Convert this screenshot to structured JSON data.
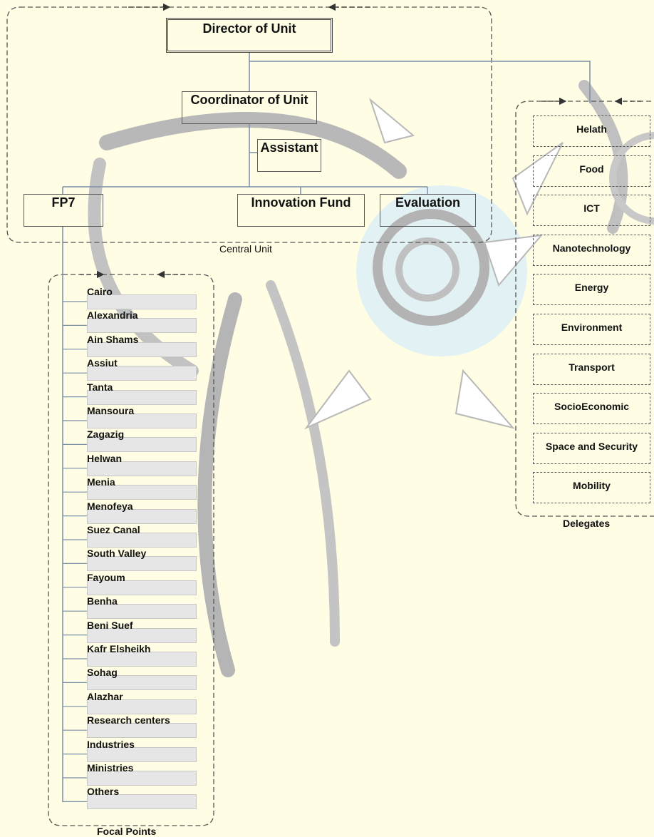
{
  "colors": {
    "background": "#fffde4",
    "box_border": "#5a5a5a",
    "connector": "#7a8fa8",
    "dashed_group": "#555555",
    "item_bar": "#e6e6e6",
    "watermark_gray": "#b3b3b3",
    "watermark_blue": "#d4eef7"
  },
  "central": {
    "director": "Director of Unit",
    "coordinator": "Coordinator of Unit",
    "assistant": "Assistant",
    "fp7": "FP7",
    "innovation_fund": "Innovation Fund",
    "evaluation": "Evaluation",
    "group_label": "Central Unit"
  },
  "focal_points": {
    "label": "Focal Points",
    "items": [
      "Cairo",
      "Alexandria",
      "Ain Shams",
      "Assiut",
      "Tanta",
      "Mansoura",
      "Zagazig",
      "Helwan",
      "Menia",
      "Menofeya",
      "Suez Canal",
      "South Valley",
      "Fayoum",
      "Benha",
      "Beni Suef",
      "Kafr Elsheikh",
      "Sohag",
      "Alazhar",
      "Research centers",
      "Industries",
      "Ministries",
      "Others"
    ]
  },
  "delegates": {
    "label": "Delegates",
    "items": [
      "Helath",
      "Food",
      "ICT",
      "Nanotechnology",
      "Energy",
      "Environment",
      "Transport",
      "SocioEconomic",
      "Space and Security",
      "Mobility"
    ]
  }
}
